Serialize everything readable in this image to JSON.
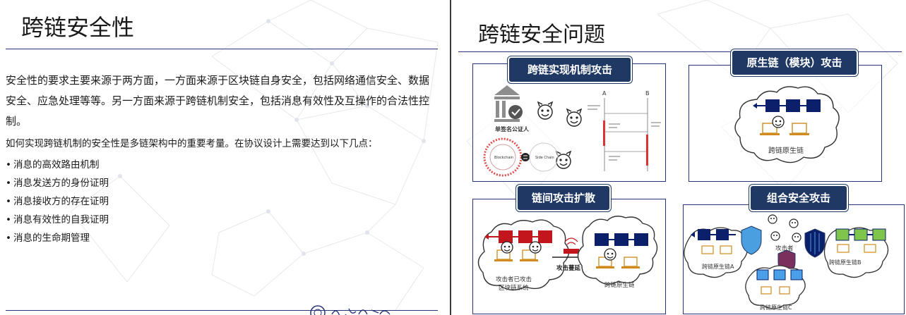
{
  "left": {
    "title": "跨链安全性",
    "paragraph1": "安全性的要求主要来源于两方面，一方面来源于区块链自身安全，包括网络通信安全、数据安全、应急处理等等。另一方面来源于跨链机制安全，包括消息有效性及互操作的合法性控制。",
    "paragraph2": "如何实现跨链机制的安全性是多链架构中的重要考量。在协议设计上需要达到以下几点：",
    "bullets": [
      "消息的高效路由机制",
      "消息发送方的身份证明",
      "消息接收方的存在证明",
      "消息有效性的自我证明",
      "消息的生命期管理"
    ]
  },
  "right": {
    "title": "跨链安全问题",
    "panels": {
      "mechanism": {
        "title": "跨链实现机制攻击",
        "notary_label": "单签名公证人",
        "axis_a": "A",
        "axis_b": "B",
        "blockchain_label": "Blockchain",
        "sidechain_label": "Side Chain"
      },
      "native": {
        "title": "原生链（模块）攻击",
        "chain_label": "跨链原生链"
      },
      "spread": {
        "title": "链间攻击扩散",
        "compromised_label_1": "攻击者已攻击",
        "compromised_label_2": "区块链系统",
        "arrow_label": "攻击蔓延",
        "chain_label": "跨链原生链"
      },
      "combined": {
        "title": "组合安全攻击",
        "attacker_label": "攻击者",
        "chain_a": "跨链原生链A",
        "chain_b": "跨链原生链B",
        "chain_c": "跨链原生链C"
      }
    }
  },
  "colors": {
    "navy": "#1f3864",
    "rule": "#27347a",
    "red_block": "#c0161c",
    "blue_block": "#0b1f6b",
    "green_block": "#7fc44b",
    "light_blue_block": "#4aa0e8"
  },
  "icons": [
    "devil-icon",
    "laptop-icon",
    "shield-icon",
    "router-icon",
    "bank-icon",
    "cloud-icon"
  ]
}
